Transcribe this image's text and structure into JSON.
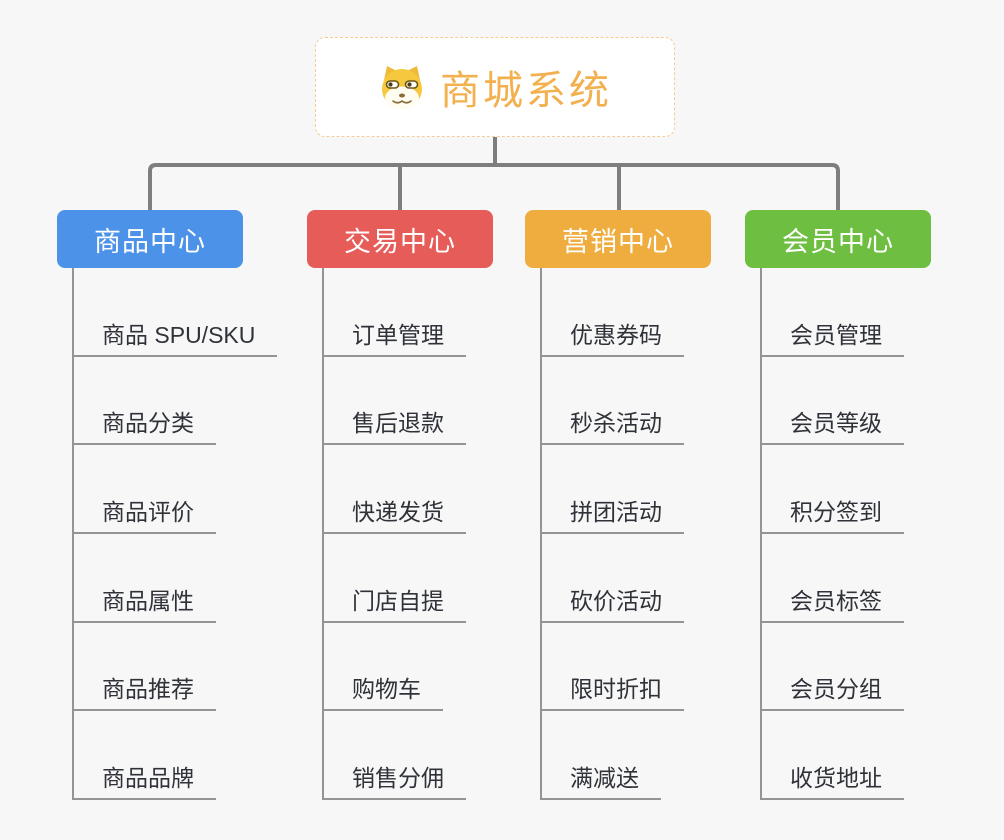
{
  "page": {
    "background": "#f7f7f7"
  },
  "root": {
    "title": "商城系统",
    "icon": "dog-icon",
    "text_color": "#f2b04e",
    "border_color": "#f3cd92"
  },
  "branches": [
    {
      "label": "商品中心",
      "color": "#4b92e8",
      "items": [
        "商品 SPU/SKU",
        "商品分类",
        "商品评价",
        "商品属性",
        "商品推荐",
        "商品品牌"
      ]
    },
    {
      "label": "交易中心",
      "color": "#e65c58",
      "items": [
        "订单管理",
        "售后退款",
        "快递发货",
        "门店自提",
        "购物车",
        "销售分佣"
      ]
    },
    {
      "label": "营销中心",
      "color": "#efad40",
      "items": [
        "优惠券码",
        "秒杀活动",
        "拼团活动",
        "砍价活动",
        "限时折扣",
        "满减送"
      ]
    },
    {
      "label": "会员中心",
      "color": "#6ebe41",
      "items": [
        "会员管理",
        "会员等级",
        "积分签到",
        "会员标签",
        "会员分组",
        "收货地址"
      ]
    }
  ],
  "colors": {
    "connector": "#7e7e7e",
    "branch_line": "#949494",
    "item_text": "#2f3238"
  }
}
